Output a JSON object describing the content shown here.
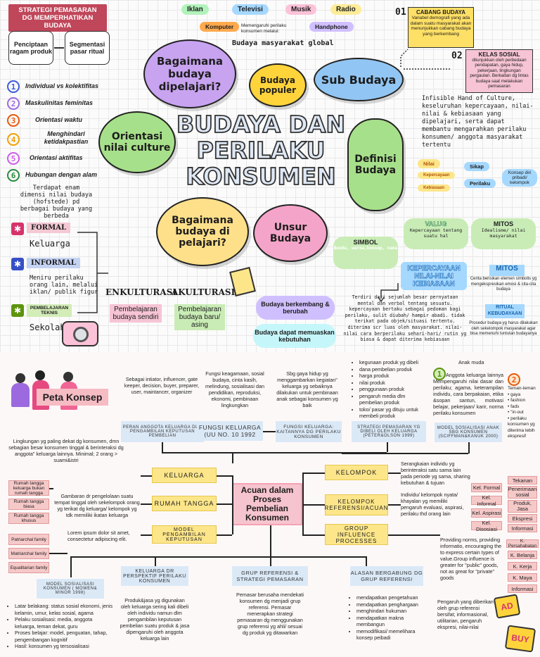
{
  "top": {
    "header_tag": "STRATEGI PEMASARAN DG MEMPERHATIKAN BUDAYA",
    "left_box1": "Penciptaan ragam produk",
    "left_box2": "Segmentasi pasar ritual",
    "media": [
      "Iklan",
      "Televisi",
      "Musik",
      "Radio"
    ],
    "media2": [
      "Komputer",
      "Handphone"
    ],
    "media_note": "Memengaruhi perilaku konsumen melalui:",
    "global_text": "Budaya masyarakat global",
    "center_title": [
      "BUDAYA DAN",
      "PERILAKU",
      "KONSUMEN"
    ],
    "bubble_learned": "Bagaimana budaya dipelajari?",
    "bubble_popular": "Budaya populer",
    "bubble_sub": "Sub Budaya",
    "bubble_orient": "Orientasi nilai culture",
    "bubble_def": "Definisi Budaya",
    "bubble_learned2": "Bagaimana budaya di pelajari?",
    "bubble_unsur": "Unsur Budaya",
    "dimensions": [
      {
        "n": "1",
        "text": "Individual vs kolektifitas",
        "color": "#3b5bdb"
      },
      {
        "n": "2",
        "text": "Maskulinitas feminitas",
        "color": "#9c6ade"
      },
      {
        "n": "3",
        "text": "Orientasi waktu",
        "color": "#e8590c"
      },
      {
        "n": "4",
        "text": "Menghindari ketidakpastian",
        "color": "#f59f00"
      },
      {
        "n": "5",
        "text": "Orientasi aktifitas",
        "color": "#cc5de8"
      },
      {
        "n": "6",
        "text": "Hubungan dengan alam",
        "color": "#2b8a3e"
      }
    ],
    "dimension_note": "Terdapat enam dimensi nilai budaya (hofstede) pd berbagai budaya yang berbeda",
    "sub01_num": "01",
    "sub01_title": "CABANG BUDAYA",
    "sub01_text": "Variabel demografi yang ada dalam suatu masyarakat akan menunjukkan cabang budaya yang berkembang",
    "sub02_num": "02",
    "sub02_title": "KELAS SOSIAL",
    "sub02_text": "ditunjukkan oleh perbedaan pendapatan, gaya hidup, pekerjaan, lingkungan pergaulan. Berkaitan dg lintas budaya saat melakukan pemasaran",
    "def_text": "Infisible Hand of Culture, keseluruhan kepercayaan, nilai-nilai & kebiasaan yang dipelajari, serta dapat membantu mengarahkan perilaku konsumen/ anggota masyarakat tertentu",
    "def_items": [
      "Nilai",
      "Kepercayaan",
      "Kebiasaan"
    ],
    "def_items2": [
      "Sikap",
      "Perilaku"
    ],
    "def_result": "Konsep diri pribadi/ kelompok",
    "formal": "FORMAL",
    "formal_to": "Keluarga",
    "informal": "INFORMAL",
    "informal_to": "Meniru perilaku orang lain, melalui iklan/ publik figur",
    "teknis": "PEMBELAJARAN TEKNIS",
    "teknis_to": "Sekolah",
    "enkulturasi": "ENKULTURASI",
    "enkulturasi_sub": "Pembelajaran budaya sendiri",
    "akulturasi": "AKULTURASI",
    "akulturasi_sub": "Pembelajaran budaya baru/ asing",
    "valug": "VALUG",
    "valug_sub": "Kepercayaan tentang suatu hal",
    "mitos": "MITOS",
    "mitos_sub": "Idealisme/ nilai masyarakat",
    "simbol": "SIMBOL",
    "simbol_sub": "Benda, warna,konsep, nama",
    "kepercayaan": "KEPERCAYAAN NILAI-NILAI KEBIASAAN",
    "mitos2": "MITOS",
    "mitos2_sub": "Cerita berisikan elemen simbolis yg mengekspresikan emosi & cita-cita budaya",
    "ritual": "RITUAL KEBUDAYAAN",
    "ritual_sub": "Prosedur budaya yg harus dilakukan oleh sekelompok masyarakat agar bisa memenuhi tuntutan budayanya",
    "kepercayaan_text": "Terdiri dari sejumlah besar pernyataan mental dan verbal tentang sesuatu. kepercayaan bertaku sebagai pedoman bagi perilaku, sulit diubah/ hampir abadi. tidak terikat pada objek/situasi tertentu. diterima scr luas oleh masyarakat. nilai-nilai cara berperilaku sehari-hari/ rutin yg biasa & dapat diterima kebiasaan",
    "berkembang": "Budaya berkembang & berubah",
    "memuaskan": "Budaya dapat memuaskan kebutuhan"
  },
  "bottom": {
    "peta": "Peta Konsep",
    "center": "Acuan dalam Proses Pembelian Konsumen",
    "keluarga": "KELUARGA",
    "rumah": "RUMAH TANGGA",
    "model_kep": "MODEL PENGAMBILAN KEPUTUSAN",
    "kelompok": "KELOMPOK",
    "kelompok_ref": "KELOMPOK REFERENSI/ACUAN",
    "group_inf": "GROUP INFLUENCE PROCESSES",
    "peran_box": "PERAN ANGGOTA KELUARGA DLM PENGAMBILAN KEPUTUSAN PEMBELIAN",
    "peran_text": "Sebagai intiator, influencer, gate keeper, decision, buyer, preparer, user, maintancer, organizer",
    "fungsi_box": "FUNGSI KELUARGA (UU NO. 10 1992",
    "fungsi_text": "Fungsi keagamaan, sosial budaya, cinta kasih, melindung, sosialisasi dan pendidikan, reproduksi, ekonomi, pembinaan lingkungkan",
    "fungsi2_box": "FUNGSI KELUARGA: KAITANNYA DG PERILAKU KONSUMEN",
    "fungsi2_text": "Sbg gaya hidup yg menggambarkan kegiatan\" keluarga yg sebaiknya dilakukan untuk pembinaan anak sebagai konsumen yg baik",
    "strategi_box": "STRATEGI PEMASARAN YG DIBELI OLEH KELUARGA (PETER&OLSON 1999)",
    "strategi_items": [
      "kegunaan produk yg dibeli",
      "dana pembelian produk",
      "harga produk",
      "nilai produk",
      "penggunaan produk",
      "pengaruh media dlm pembelian produk",
      "toko/ pasar yg dituju untuk membeli produk"
    ],
    "model_sos_box": "MODEL SOSIALISASI ANAK SBG KONSUMEN (SCIFFMAN&KANUK 2000)",
    "anak_muda": "Anak muda",
    "model_sos_text": "Anggota keluarga lainnya Mempengaruhi nilai dasar dan perilaku; agama, keterampilan individu, cara berpakaian, etika &sopan santun, motivasi belajar, pekerjaan/ karir, norma perilaku konsumen",
    "teman_items": [
      "Teman-teman",
      "gaya",
      "fashion",
      "fads",
      "\"in-out",
      "perilaku konsumen yg diterima lebih ekspresif"
    ],
    "keluarga_text": "Lingkungan yg paling dekat dg konsumen, dmn sebagian besar konsumen tinggal & berinteraksi dg anggota\" keluarga lainnya. Minimal; 2 orang > suami&istri",
    "rumah_text": "Gambaran dr pengelolaan suatu tempat tinggal oleh sekelompok orang yg terikat dg keluarga/ kelompok yg tdk memiliki ikatan keluarga",
    "lorem": "Lorem ipsum dolor sit amet, consectetur adipiscing elit.",
    "rumah_types": [
      "Rumah tangga keluarga bukan rumah tangga",
      "Rumah tangga biasa",
      "Rumah tangga khusus"
    ],
    "family_types": [
      "Patriarchal family",
      "Matriarchal family",
      "Equalitarian family"
    ],
    "kelompok_text": "Serangkaian individu yg berinteraksi satu sama lain pada periode yg sama, sharing kebutuhan & tujuan",
    "kel_types": [
      "Kel. Formal",
      "Kel. Informal",
      "Kel. Aspirasi",
      "Kel. Disosiasi"
    ],
    "kelref_text": "Individu/ kelompok nyata/ khayalan yg memiliki pengaruh evaluasi, aspirasi, perilaku thd orang lain",
    "right_types": [
      "Tekanan",
      "Penerimaan sosial",
      "Produk, Jasa",
      "Ekspresi",
      "Informasi",
      "K. Persahabatan",
      "K. Belanja",
      "K. Kerja",
      "K. Maya",
      "Informasi"
    ],
    "group_text": "Providing norms, providing informatio, encouraging the to express certain types of value.Group influence is greater for \"public\" goods, not as great for \"private\" goods",
    "model_sos2_box": "MODEL SOSIALISASI KONSUMEN ( MOWEN& MINOR 1998)",
    "model_sos2_items": [
      "Latar belakang: status sosial ekonomi, jenis kelamin, umur, kelas sosial, agama",
      "Pelaku sosialisasi: media, anggota keluarga, teman dekat, guru",
      "Proses belajar: model, penguatan, tahap, pengembangan kognitif",
      "Hasil: konsumen yg tersosialisasi"
    ],
    "keluarga_persp_box": "KELUARGA DR PERSPEKTIF PERILAKU KONSUMEN",
    "keluarga_persp_text": "Produk&jasa yg digunakan oleh keluarga sering kali dibeli oleh individu namun dlm pengambilan keputusan pembelian suatu produk & jasa dipengaruhi oleh anggota keluarga lain",
    "grup_ref_box": "GRUP REFERENSI & STRATEGI PEMASARAN",
    "grup_ref_text": "Pemasar berusaha mendekati konsumen dg menjadi grup referensi. Pemasar menerapkan strategi pemasaran dg menggunakan grup referensi yg ahli/ sesuai dg produk yg ditawarkan",
    "alasan_box": "ALASAN BERGABUNG DG GRUP REFERENSI",
    "alasan_items": [
      "mendapatkan pengetahuan",
      "mendapatkan penghargaan",
      "menghindari hukuman",
      "mendapatkan makna membangun",
      "memodifikasi/ memelihara konsep peibadi"
    ],
    "pengaruh_text": "Pengaruh yang diberikan oleh grup referensi bersifat; informasional, utilitarian, pengaruh ekspresi, nilai-nilai",
    "ad": "AD",
    "buy": "BUY"
  }
}
